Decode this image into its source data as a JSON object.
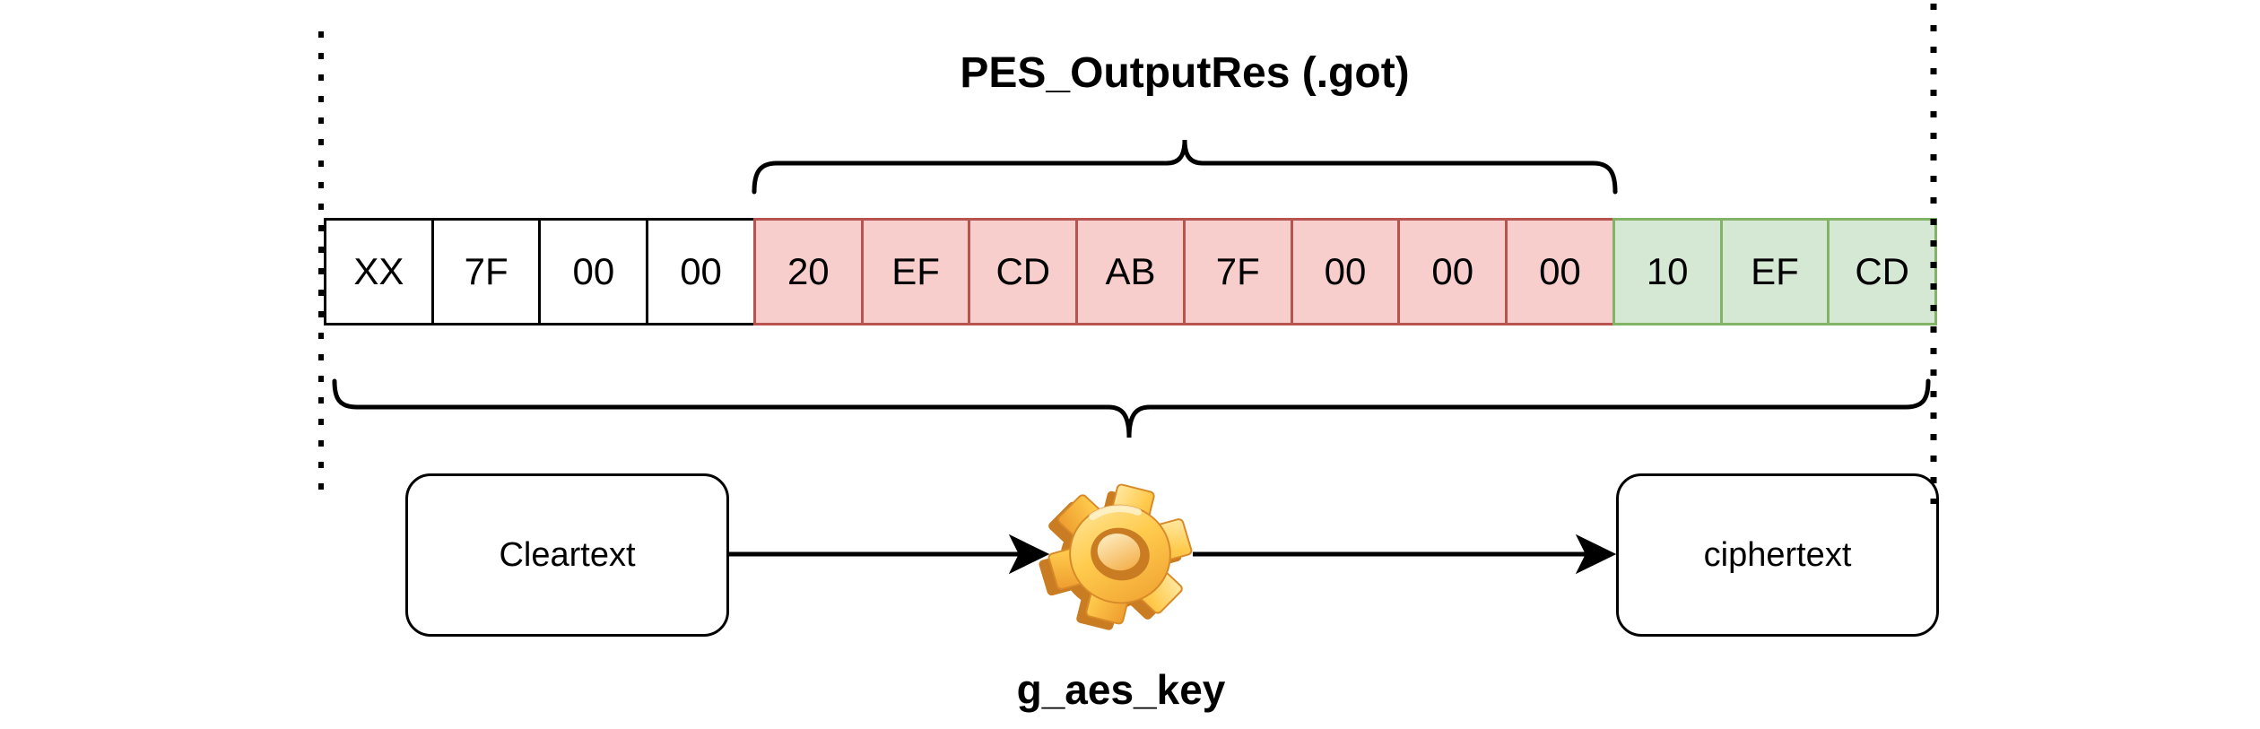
{
  "got_section": {
    "label": "PES_OutputRes (.got)"
  },
  "byte_row": {
    "cells": [
      {
        "value": "XX",
        "group": "plain"
      },
      {
        "value": "7F",
        "group": "plain"
      },
      {
        "value": "00",
        "group": "plain"
      },
      {
        "value": "00",
        "group": "plain"
      },
      {
        "value": "20",
        "group": "red"
      },
      {
        "value": "EF",
        "group": "red"
      },
      {
        "value": "CD",
        "group": "red"
      },
      {
        "value": "AB",
        "group": "red"
      },
      {
        "value": "7F",
        "group": "red"
      },
      {
        "value": "00",
        "group": "red"
      },
      {
        "value": "00",
        "group": "red"
      },
      {
        "value": "00",
        "group": "red"
      },
      {
        "value": "10",
        "group": "green"
      },
      {
        "value": "EF",
        "group": "green"
      },
      {
        "value": "CD",
        "group": "green"
      }
    ]
  },
  "flow": {
    "source_label": "Cleartext",
    "dest_label": "ciphertext",
    "key_label": "g_aes_key",
    "gear_icon": "gear"
  },
  "colors": {
    "red_fill": "#f8cecc",
    "red_stroke": "#b85450",
    "green_fill": "#d5e8d4",
    "green_stroke": "#82b366",
    "line_black": "#000000",
    "gear_light": "#ffe08a",
    "gear_mid": "#f2a73b",
    "gear_dark": "#c97c22"
  }
}
